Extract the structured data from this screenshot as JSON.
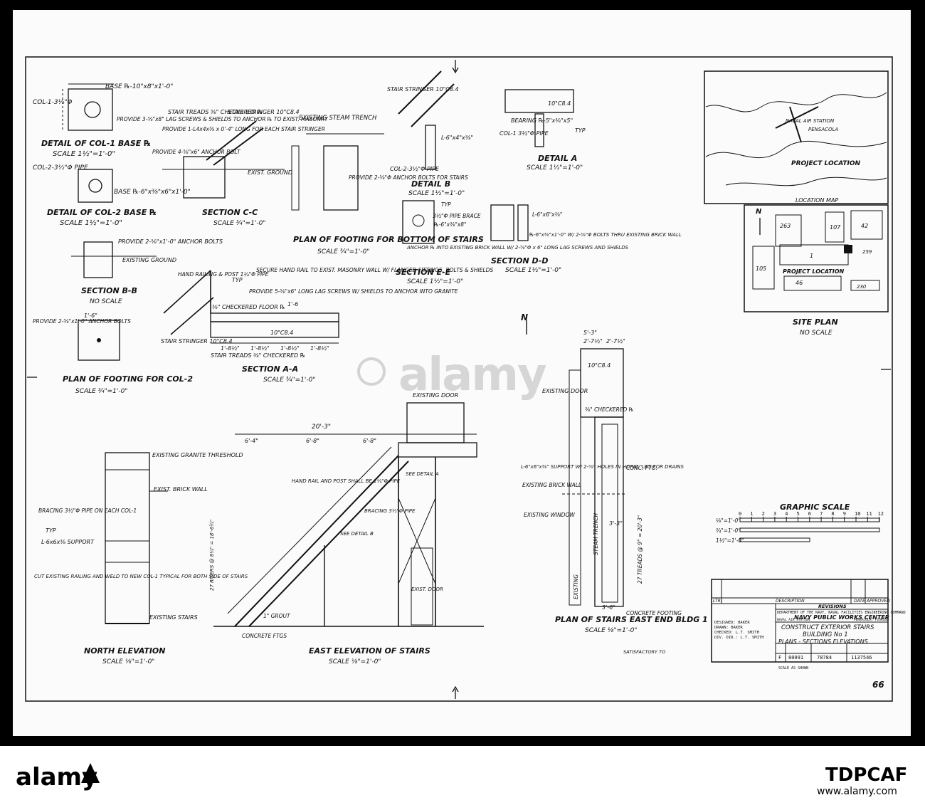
{
  "details": {
    "col1_base": {
      "title": "DETAIL OF COL-1 BASE ℞",
      "scale": "SCALE 1½\"=1'-0\"",
      "notes": [
        "COL-1-3½\"Φ",
        "BASE ℞-10\"x8\"x1'-0\"",
        "PROVIDE 3-⅝\"x8\" LAG SCREWS & SHIELDS TO ANCHOR ℞ TO EXIST. MASONRY"
      ]
    },
    "col2_base": {
      "title": "DETAIL OF COL-2 BASE ℞",
      "scale": "SCALE 1½\"=1'-0\"",
      "notes": [
        "COL-2-3½\"Φ PIPE",
        "BASE ℞-6\"x⅜\"x6\"x1'-0\""
      ]
    },
    "section_bb": {
      "title": "SECTION B-B",
      "scale": "NO SCALE",
      "notes": [
        "PROVIDE 2-⅝\"x1'-0\" ANCHOR BOLTS",
        "EXISTING GROUND"
      ]
    },
    "plan_footing_col2": {
      "title": "PLAN OF FOOTING FOR COL-2",
      "scale": "SCALE ¾\"=1'-0\"",
      "notes": [
        "PROVIDE 2-⅝\"x1'-0\" ANCHOR BOLTS",
        "1'-6\""
      ]
    },
    "section_cc": {
      "title": "SECTION C-C",
      "scale": "SCALE ¾\"=1'-0\"",
      "notes": [
        "STAIR TREADS ⅜\" CHECKERED ℞",
        "STAIR STRINGER 10\"C8.4",
        "PROVIDE 1-L4x4x⅜ x 0'-4\" LONG FOR EACH STAIR STRINGER",
        "PROVIDE 4-⅝\"x6\" ANCHOR BOLT",
        "EXIST. GROUND"
      ]
    },
    "plan_footing_stairs": {
      "title": "PLAN OF FOOTING FOR BOTTOM OF STAIRS",
      "scale": "SCALE ¾\"=1'-0\"",
      "notes": [
        "EXISTING STEAM TRENCH",
        "PROVIDE 2-⅝\"Φ ANCHOR BOLTS FOR STAIRS"
      ]
    },
    "detail_b": {
      "title": "DETAIL B",
      "scale": "SCALE 1½\"=1'-0\"",
      "notes": [
        "STAIR STRINGER 10\"C8.4",
        "L-6\"x4\"x⅜\"",
        "COL-2-3½\"Φ PIPE"
      ]
    },
    "detail_a": {
      "title": "DETAIL A",
      "scale": "SCALE 1½\"=1'-0\"",
      "notes": [
        "10\"C8.4",
        "BEARING ℞-5\"x⅜\"x5\"",
        "COL-1 3½\"Φ PIPE",
        "TYP"
      ]
    },
    "section_ee": {
      "title": "SECTION E-E",
      "scale": "SCALE 1½\"=1'-0\"",
      "notes": [
        "3½\"Φ PIPE BRACE",
        "℞-6\"x⅜\"x8\"",
        "ANCHOR ℞ INTO EXISTING BRICK WALL W/ 2-⅝\"Φ x 6\" LONG LAG SCREWS AND SHIELDS",
        "TYP"
      ]
    },
    "section_dd": {
      "title": "SECTION D-D",
      "scale": "SCALE 1½\"=1'-0\"",
      "notes": [
        "L-6\"x6\"x⅜\"",
        "℞-6\"x⅜\"x1'-0\" W/ 2-⅝\"Φ BOLTS THRU EXISTING BRICK WALL"
      ]
    },
    "section_aa": {
      "title": "SECTION A-A",
      "scale": "SCALE ¾\"=1'-0\"",
      "notes": [
        "HAND RAILING & POST 1¼\"Φ PIPE",
        "SECURE HAND RAIL TO EXIST. MASONRY WALL W/ FLANGED FITTINGS, BOLTS & SHIELDS",
        "PROVIDE 5-⅝\"x6\" LONG LAG SCREWS W/ SHIELDS TO ANCHOR INTO GRANITE",
        "⅜\" CHECKERED FLOOR ℞",
        "STAIR STRINGER 10\"C8.4",
        "STAIR TREADS ⅜\" CHECKERED ℞",
        "10\"C8.4",
        "TYP"
      ],
      "dims": [
        "1'-6",
        "1'-8½\"",
        "1'-8½\"",
        "1'-8½\"",
        "1'-8½\""
      ]
    },
    "north_elevation": {
      "title": "NORTH ELEVATION",
      "scale": "SCALE ⅛\"=1'-0\"",
      "notes": [
        "EXISTING GRANITE THRESHOLD",
        "EXIST. BRICK WALL",
        "BRACING 3½\"Φ PIPE ON EACH COL-1",
        "TYP",
        "L-6x6x⅜ SUPPORT",
        "CUT EXISTING RAILING AND WELD TO NEW COL-1 TYPICAL FOR BOTH SIDE OF STAIRS",
        "EXISTING STAIRS"
      ]
    },
    "east_elevation": {
      "title": "EAST ELEVATION OF STAIRS",
      "scale": "SCALE ⅛\"=1'-0\"",
      "notes": [
        "EXISTING DOOR",
        "HAND RAIL AND POST SHALL BE 1¼\"Φ PIPE",
        "SEE DETAIL A",
        "BRACING 3½\"Φ PIPE",
        "SEE DETAIL B",
        "EXIST. DOOR",
        "1\" GROUT",
        "CONCRETE FTGS",
        "27 RISERS @ 8¼\" = 18'-6¾\""
      ],
      "dims": [
        "20'-3\"",
        "6'-4\"",
        "6'-8\"",
        "6'-8\""
      ]
    },
    "plan_of_stairs": {
      "title": "PLAN OF STAIRS EAST END BLDG 1",
      "scale": "SCALE ⅛\"=1'-0\"",
      "notes": [
        "10\"C8.4",
        "EXISTING DOOR",
        "⅜\" CHECKERED ℞",
        "L-6\"x6\"x⅜\" SUPPORT W/ 2-⅝\" HOLES IN HORIZ. LEG FOR DRAINS",
        "EXISTING BRICK WALL",
        "EXISTING WINDOW",
        "CONC. FTG.",
        "CONCRETE FOOTING",
        "STEAM TRENCH",
        "EXISTING",
        "27 TREADS @ 9\" = 20'-3\""
      ],
      "dims": [
        "5'-3\"",
        "2'-7½\"",
        "2'-7½\"",
        "3'-3\"",
        "3'-6\""
      ]
    }
  },
  "location_map": {
    "caption_project": "PROJECT LOCATION",
    "caption_map": "LOCATION MAP",
    "labels": [
      "NAVAL AIR STATION",
      "PENSACOLA"
    ]
  },
  "site_plan": {
    "title": "SITE PLAN",
    "scale": "NO SCALE",
    "project_location": "PROJECT LOCATION",
    "buildings": [
      "263",
      "107",
      "42",
      "1",
      "259",
      "105",
      "46",
      "230"
    ]
  },
  "graphic_scale": {
    "title": "GRAPHIC SCALE",
    "rows": [
      "⅛\"=1'-0\"",
      "¾\"=1'-0\"",
      "1½\"=1'-0\""
    ],
    "ticks": [
      "0",
      "1",
      "2",
      "3",
      "4",
      "5",
      "6",
      "7",
      "8",
      "9",
      "10",
      "11",
      "12"
    ]
  },
  "title_block": {
    "revisions_header": "REVISIONS",
    "ltr": "LTR.",
    "description": "DESCRIPTION",
    "date": "DATE",
    "approved": "APPROVED",
    "department": "DEPARTMENT OF THE NAVY, NAVAL FACILITIES ENGINEERING COMMAND",
    "agency": "NAVY PUBLIC WORKS CENTER",
    "station": "NAVAL AIR STATION",
    "city": "PENSACOLA, FLORIDA",
    "project_line1": "CONSTRUCT EXTERIOR STAIRS",
    "project_line2": "BUILDING No 1",
    "project_line3": "PLANS - SECTIONS ELEVATIONS",
    "designed": "DESIGNED: BAKER",
    "drawn": "DRAWN: BAKER",
    "checked": "CHECKED: L.T. SMITH",
    "div_dir": "DIV. DIR.: L.T. SMITH",
    "code_ident": "80091",
    "size": "F",
    "constr_contr": "78784",
    "navfac_drawing": "1137546",
    "scale_note": "SCALE AS SHOWN",
    "satisfactory": "SATISFACTORY TO",
    "sheet_number": "66"
  },
  "watermark": {
    "text": "alamy"
  },
  "footer": {
    "logo": "alamy",
    "image_id": "TDPCAF",
    "url": "www.alamy.com"
  },
  "north_arrow": "N"
}
